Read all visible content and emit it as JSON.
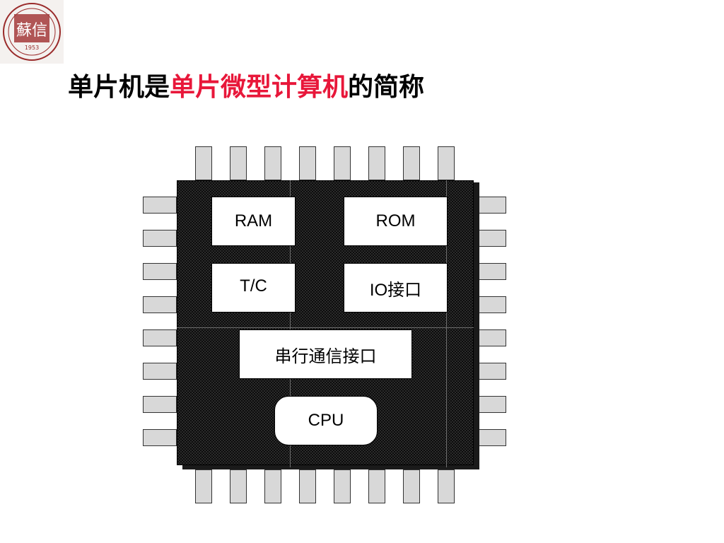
{
  "slide": {
    "title_prefix": "单片机是",
    "title_highlight": "单片微型计算机",
    "title_suffix": "的简称",
    "highlight_color": "#e8173a"
  },
  "chip": {
    "blocks": {
      "ram": "RAM",
      "rom": "ROM",
      "tc": "T/C",
      "io": "IO接口",
      "serial": "串行通信接口",
      "cpu": "CPU"
    },
    "pins_per_side": 8
  },
  "logo": {
    "seal_text": "蘇信",
    "year": "1953"
  }
}
